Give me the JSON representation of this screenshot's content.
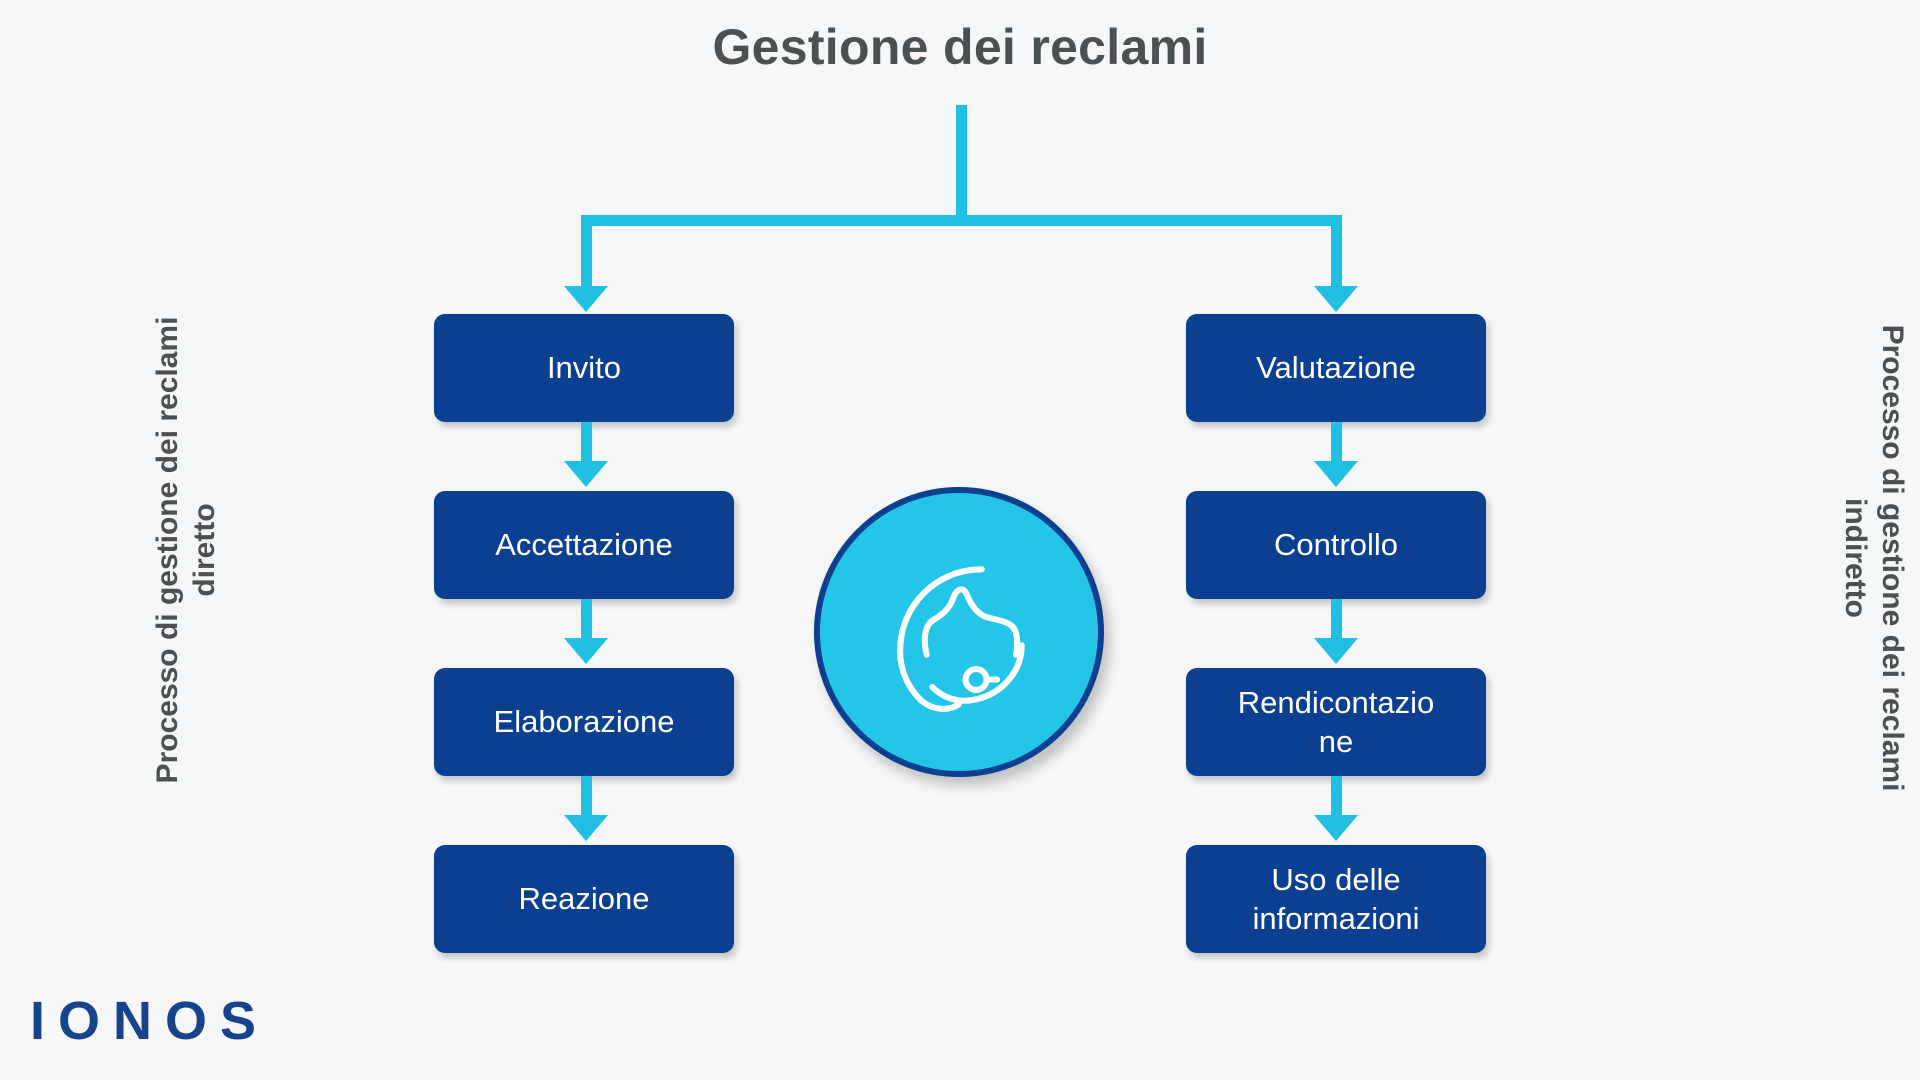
{
  "title": "Gestione dei reclami",
  "labels": {
    "left": "Processo di gestione dei reclami\ndiretto",
    "right": "Processo di gestione dei reclami\nindiretto"
  },
  "branches": {
    "left": {
      "steps": [
        {
          "label": "Invito"
        },
        {
          "label": "Accettazione"
        },
        {
          "label": "Elaborazione"
        },
        {
          "label": "Reazione"
        }
      ]
    },
    "right": {
      "steps": [
        {
          "label": "Valutazione"
        },
        {
          "label": "Controllo"
        },
        {
          "label": "Rendicontazio\nne"
        },
        {
          "label": "Uso delle\ninformazioni"
        }
      ]
    }
  },
  "center_icon": {
    "name": "headset-support-icon"
  },
  "logo": {
    "text": "IONOS"
  },
  "colors": {
    "background": "#f6f7f8",
    "box_navy": "#0a3f91",
    "connector_cyan": "#21bfe2",
    "title_gray": "#4a5155",
    "icon_circle": "#23c6e8",
    "logo_blue": "#17438c"
  }
}
